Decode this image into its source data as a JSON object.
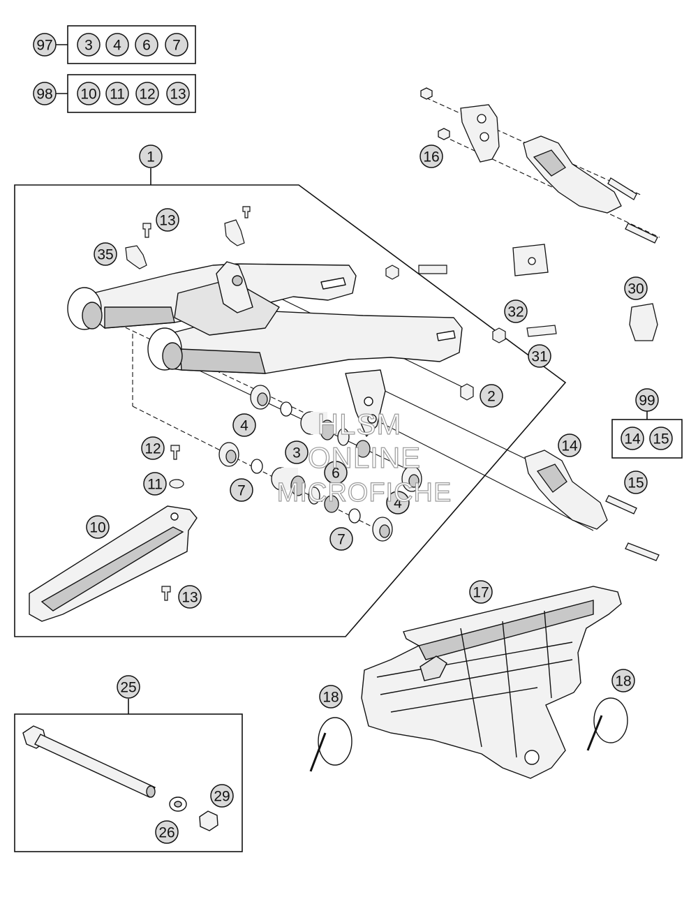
{
  "colors": {
    "line": "#111111",
    "part_fill": "#f2f2f2",
    "part_shade": "#c8c8c8",
    "callout_fill": "#d9d9d9",
    "watermark_stroke": "#9a9a9a"
  },
  "kits": [
    {
      "id": "kit-97",
      "number": "97",
      "items": [
        "3",
        "4",
        "6",
        "7"
      ]
    },
    {
      "id": "kit-98",
      "number": "98",
      "items": [
        "10",
        "11",
        "12",
        "13"
      ]
    },
    {
      "id": "kit-99",
      "number": "99",
      "items": [
        "14",
        "15"
      ]
    }
  ],
  "assemblies": [
    {
      "id": "swingarm-assembly",
      "number": "1"
    },
    {
      "id": "axle-assembly",
      "number": "25"
    }
  ],
  "callouts": [
    {
      "id": "c13a",
      "number": "13"
    },
    {
      "id": "c35",
      "number": "35"
    },
    {
      "id": "c16",
      "number": "16"
    },
    {
      "id": "c30",
      "number": "30"
    },
    {
      "id": "c32",
      "number": "32"
    },
    {
      "id": "c31",
      "number": "31"
    },
    {
      "id": "c2",
      "number": "2"
    },
    {
      "id": "c4a",
      "number": "4"
    },
    {
      "id": "c3",
      "number": "3"
    },
    {
      "id": "c6",
      "number": "6"
    },
    {
      "id": "c4b",
      "number": "4"
    },
    {
      "id": "c7a",
      "number": "7"
    },
    {
      "id": "c7b",
      "number": "7"
    },
    {
      "id": "c12",
      "number": "12"
    },
    {
      "id": "c11",
      "number": "11"
    },
    {
      "id": "c10",
      "number": "10"
    },
    {
      "id": "c13b",
      "number": "13"
    },
    {
      "id": "c14",
      "number": "14"
    },
    {
      "id": "c15",
      "number": "15"
    },
    {
      "id": "c17",
      "number": "17"
    },
    {
      "id": "c18a",
      "number": "18"
    },
    {
      "id": "c18b",
      "number": "18"
    },
    {
      "id": "c29",
      "number": "29"
    },
    {
      "id": "c26",
      "number": "26"
    }
  ],
  "watermark": {
    "lines": [
      "HLSM",
      "ONLINE",
      "MICROFICHE"
    ]
  }
}
